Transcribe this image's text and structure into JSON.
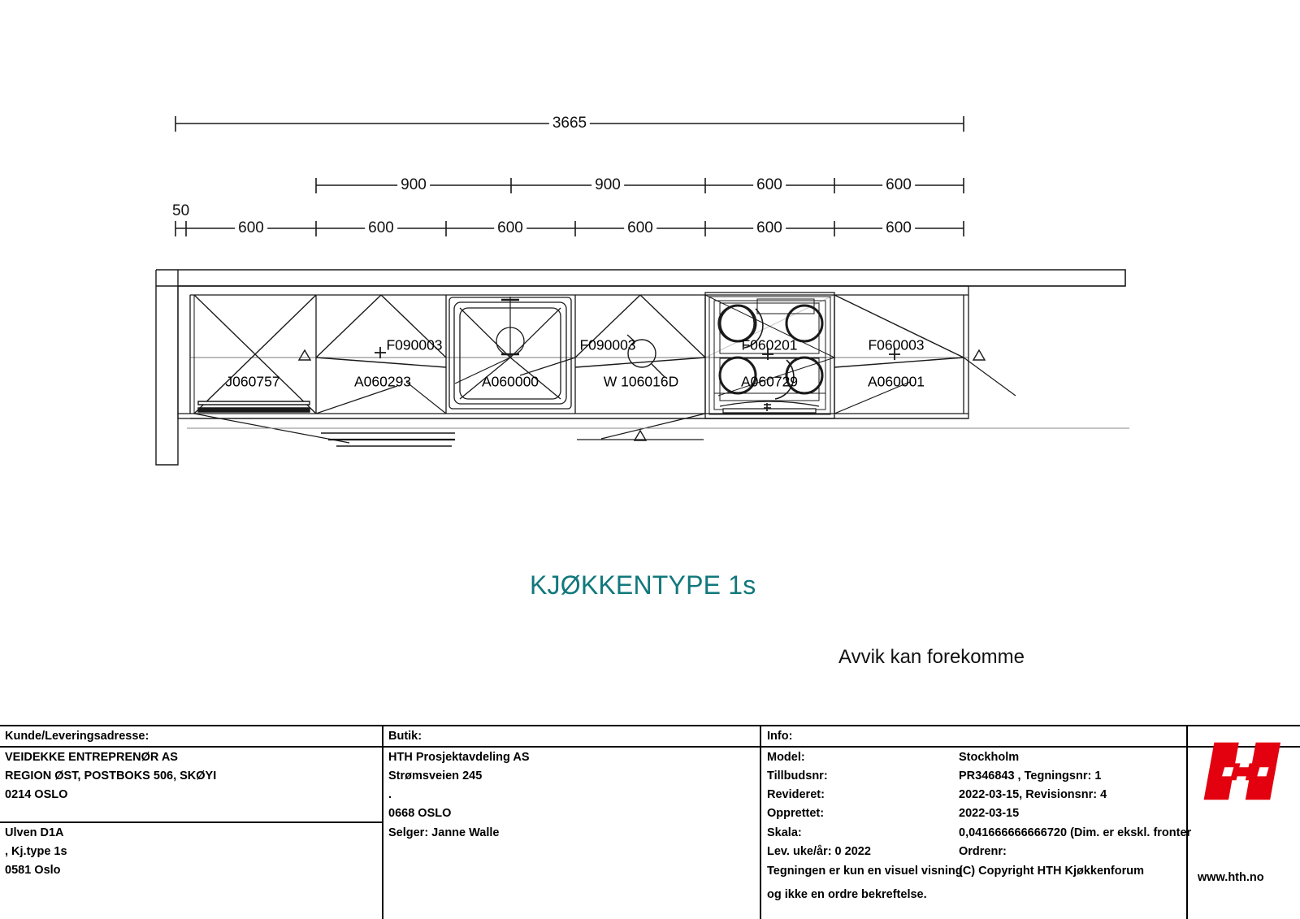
{
  "headline": "KJØKKENTYPE 1s",
  "note": "Avvik kan forekomme",
  "colors": {
    "headline_teal": "#11787c",
    "logo_red": "#e3000f",
    "line_black": "#1a1a1a"
  },
  "dimensions": {
    "total": {
      "label": "3665",
      "unit_implied": "mm"
    },
    "row_upper": {
      "labels": [
        "900",
        "900",
        "600",
        "600"
      ],
      "values": [
        900,
        900,
        600,
        600
      ]
    },
    "row_lower": {
      "leading_label": "50",
      "leading_value": 50,
      "labels": [
        "600",
        "600",
        "600",
        "600",
        "600",
        "600"
      ],
      "values": [
        600,
        600,
        600,
        600,
        600,
        600
      ]
    }
  },
  "cabinets": [
    {
      "front_code": "",
      "body_code": "J060757"
    },
    {
      "front_code": "F090003",
      "body_code": "A060293"
    },
    {
      "front_code": "",
      "body_code": "A060000"
    },
    {
      "front_code": "F090003",
      "body_code": "W 106016D"
    },
    {
      "front_code": "F060201",
      "body_code": "A060729"
    },
    {
      "front_code": "F060003",
      "body_code": "A060001"
    }
  ],
  "titleblock": {
    "customer": {
      "header": "Kunde/Leveringsadresse:",
      "lines": [
        "VEIDEKKE ENTREPRENØR AS",
        "REGION ØST, POSTBOKS 506, SKØYI",
        "0214 OSLO"
      ],
      "delivery_lines": [
        "Ulven D1A",
        ", Kj.type 1s",
        "0581 Oslo"
      ]
    },
    "shop": {
      "header": "Butik:",
      "lines": [
        "HTH Prosjektavdeling AS",
        "Strømsveien 245",
        ".",
        "0668 OSLO"
      ],
      "seller": "Selger: Janne Walle"
    },
    "info": {
      "header": "Info:",
      "rows": [
        {
          "label": "Model:",
          "value": "Stockholm"
        },
        {
          "label": "Tillbudsnr:",
          "value": "PR346843  , Tegningsnr: 1"
        },
        {
          "label": "Revideret:",
          "value": "2022-03-15, Revisionsnr: 4"
        },
        {
          "label": "Opprettet:",
          "value": "2022-03-15"
        },
        {
          "label": "Skala:",
          "value": "0,041666666666720 (Dim. er ekskl. fronter"
        },
        {
          "label": "Lev. uke/år: 0 2022",
          "value": "Ordrenr:"
        },
        {
          "label": "Tegningen er kun en visuel visning",
          "value": "(C) Copyright HTH Kjøkkenforum"
        },
        {
          "label": "og ikke en ordre bekreftelse.",
          "value": ""
        }
      ]
    },
    "logo": {
      "mark_text": "HTH",
      "website": "www.hth.no"
    }
  }
}
